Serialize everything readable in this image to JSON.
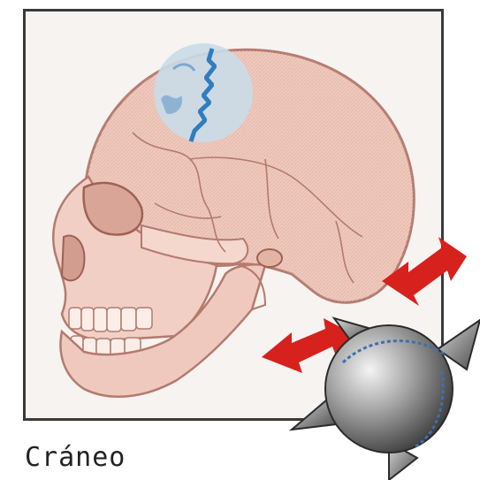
{
  "caption": "Cráneo",
  "colors": {
    "skull_fill": "#efc9bd",
    "skull_stroke": "#b47a6e",
    "highlight": "#c9dbe8",
    "fracture": "#2f7dbe",
    "arrow": "#d6211d",
    "ball": "#9a9a9a"
  },
  "icons": [
    "skull-illustration",
    "fracture-highlight",
    "spiked-ball-icon",
    "force-arrow-icon"
  ]
}
